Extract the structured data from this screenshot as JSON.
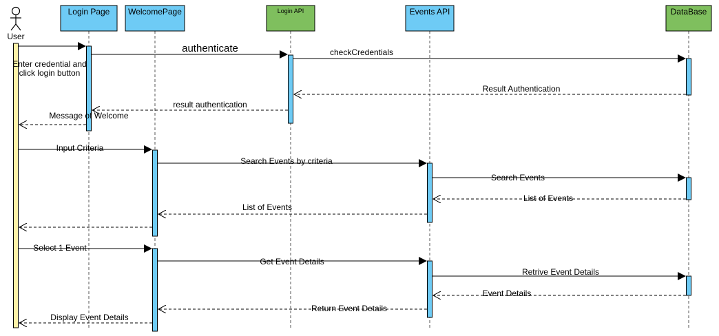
{
  "colors": {
    "blue_box": "#6ecbf5",
    "green_box": "#7fbf5e",
    "activation": "#6ecbf5",
    "actor_bar": "#fff2a8",
    "lifeline": "#555555",
    "line": "#000000"
  },
  "actor": {
    "label": "User",
    "icon": "stick-figure-icon"
  },
  "participants": [
    {
      "id": "login_page",
      "label": "Login Page"
    },
    {
      "id": "welcome_page",
      "label": "WelcomePage"
    },
    {
      "id": "login_api",
      "label": "Login API"
    },
    {
      "id": "events_api",
      "label": "Events API"
    },
    {
      "id": "database",
      "label": "DataBase"
    }
  ],
  "note": {
    "line1": "Enter credential and",
    "line2": "click login button"
  },
  "messages": [
    {
      "id": "m0",
      "label": "",
      "type": "sync"
    },
    {
      "id": "m1",
      "label": "authenticate",
      "type": "sync"
    },
    {
      "id": "m2",
      "label": "checkCredentials",
      "type": "sync"
    },
    {
      "id": "m3",
      "label": "Result Authentication",
      "type": "return"
    },
    {
      "id": "m4",
      "label": "result authentication",
      "type": "return"
    },
    {
      "id": "m5",
      "label": "Message of Welcome",
      "type": "return"
    },
    {
      "id": "m6",
      "label": "Input Criteria",
      "type": "sync"
    },
    {
      "id": "m7",
      "label": "Search Events by criteria",
      "type": "sync"
    },
    {
      "id": "m8",
      "label": "Search Events",
      "type": "sync"
    },
    {
      "id": "m9",
      "label": "List of Events",
      "type": "return"
    },
    {
      "id": "m10",
      "label": "List of Events",
      "type": "return"
    },
    {
      "id": "m11",
      "label": "",
      "type": "return"
    },
    {
      "id": "m12",
      "label": "Select 1 Event",
      "type": "sync"
    },
    {
      "id": "m13",
      "label": "Get Event Details",
      "type": "sync"
    },
    {
      "id": "m14",
      "label": "Retrive Event Details",
      "type": "sync"
    },
    {
      "id": "m15",
      "label": "Event Details",
      "type": "return"
    },
    {
      "id": "m16",
      "label": "Return Event Details",
      "type": "return"
    },
    {
      "id": "m17",
      "label": "Display Event Details",
      "type": "return"
    }
  ]
}
